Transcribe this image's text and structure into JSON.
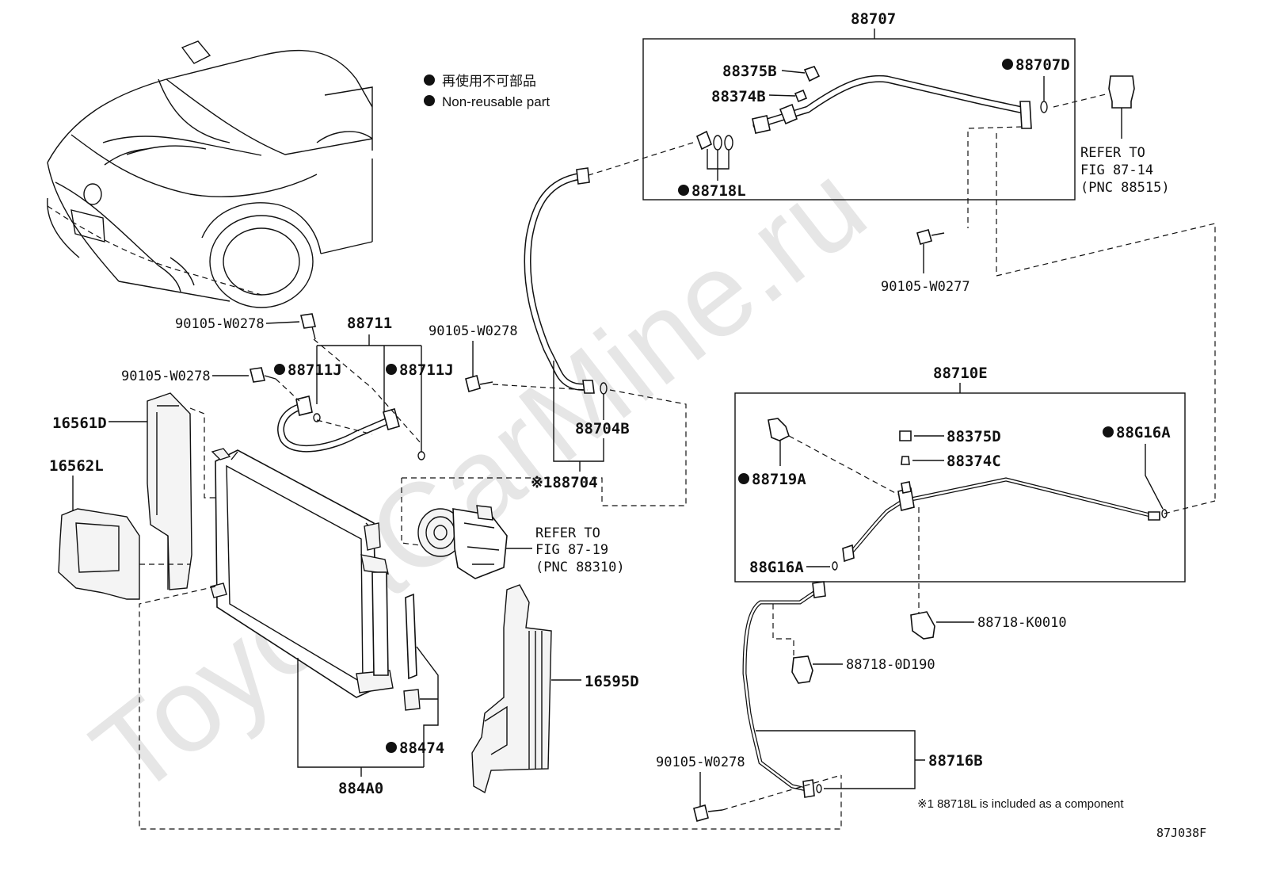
{
  "watermark": "ToyotaCarMine.ru",
  "legend": {
    "line1": "再使用不可部品",
    "line2": "Non-reusable part"
  },
  "figure_code": "87J038F",
  "footnote": "※1 88718L is included as a component",
  "refers": {
    "r1": [
      "REFER TO",
      "FIG 87-14",
      "(PNC 88515)"
    ],
    "r2": [
      "REFER TO",
      "FIG 87-19",
      "(PNC 88310)"
    ]
  },
  "labels": {
    "p88707": "88707",
    "p88375B": "88375B",
    "p88374B": "88374B",
    "p88707D": "88707D",
    "p88718L": "88718L",
    "p90105_w0277": "90105-W0277",
    "p90105_w0278_a": "90105-W0278",
    "p90105_w0278_b": "90105-W0278",
    "p90105_w0278_c": "90105-W0278",
    "p90105_w0278_d": "90105-W0278",
    "p88711": "88711",
    "p88711J_a": "88711J",
    "p88711J_b": "88711J",
    "p16561D": "16561D",
    "p16562L": "16562L",
    "p88704B": "88704B",
    "p88704": "※188704",
    "p88710E": "88710E",
    "p88719A": "88719A",
    "p88375D": "88375D",
    "p88374C": "88374C",
    "p88G16A_a": "88G16A",
    "p88G16A_b": "88G16A",
    "p88718_K0010": "88718-K0010",
    "p88718_0D190": "88718-0D190",
    "p16595D": "16595D",
    "p88474": "88474",
    "p884A0": "884A0",
    "p88716B": "88716B"
  }
}
